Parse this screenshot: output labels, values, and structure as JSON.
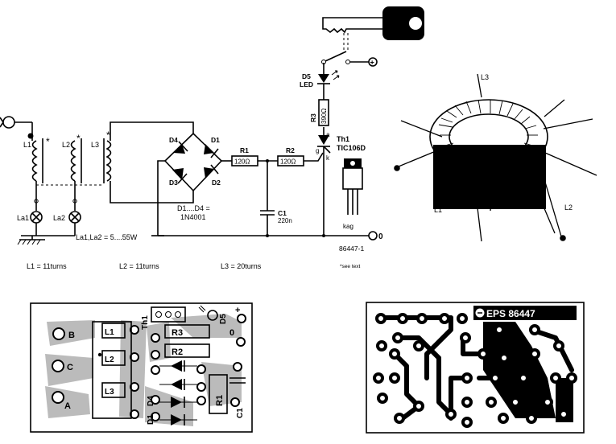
{
  "schematic": {
    "coils": {
      "l1": "L1",
      "l2": "L2",
      "l3": "L3"
    },
    "lamps": {
      "la1": "La1",
      "la2": "La2",
      "rating": "La1,La2 = 5....55W"
    },
    "diodes": {
      "d1": "D1",
      "d2": "D2",
      "d3": "D3",
      "d4": "D4",
      "range": "D1....D4 =",
      "part": "1N4001"
    },
    "r1": {
      "name": "R1",
      "value": "120Ω"
    },
    "r2": {
      "name": "R2",
      "value": "120Ω"
    },
    "r3": {
      "name": "R3",
      "value": "390Ω"
    },
    "c1": {
      "name": "C1",
      "value": "220n"
    },
    "d5": {
      "name": "D5",
      "type": "LED"
    },
    "th1": {
      "name": "Th1",
      "part": "TIC106D",
      "pin_a": "a",
      "pin_g": "g",
      "pin_k": "k",
      "pinout": "kag"
    },
    "terminals": {
      "plus": "+",
      "zero": "0"
    },
    "figure_id": "86447-1",
    "see_text": "*see text",
    "turns": {
      "l1": "L1 = 11turns",
      "l2": "L2 = 11turns",
      "l3": "L3 = 20turns"
    },
    "star": "*"
  },
  "toroid": {
    "l3": "L3",
    "l1": "L1",
    "l2": "L2"
  },
  "pcb_components": {
    "l1": "L1",
    "l2": "L2",
    "l3": "L3",
    "r1": "R1",
    "r2": "R2",
    "r3": "R3",
    "th1": "Th1",
    "d1": "D1",
    "d4": "D4",
    "d5": "D5",
    "c1": "C1",
    "pad_b": "B",
    "pad_c": "C",
    "pad_a": "A",
    "pad_0": "0",
    "pad_plus": "+"
  },
  "pcb_copper": {
    "label": "EPS 86447"
  }
}
